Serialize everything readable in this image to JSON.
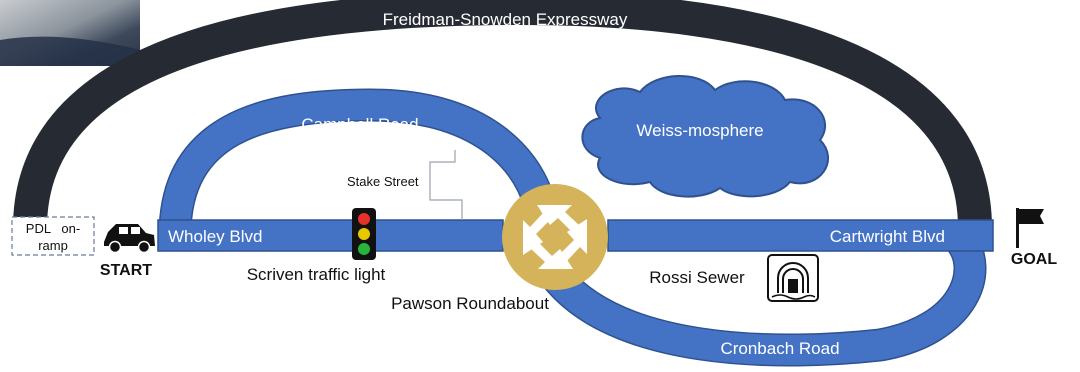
{
  "title": "",
  "roads": {
    "expressway": "Freidman-Snowden Expressway",
    "campbell": "Campbell Road",
    "stake": "Stake Street",
    "wholey": "Wholey Blvd",
    "cartwright": "Cartwright Blvd",
    "cronbach": "Cronbach Road"
  },
  "landmarks": {
    "onramp_line1": "PDL   on-",
    "onramp_line2": "ramp",
    "traffic_light": "Scriven traffic light",
    "roundabout": "Pawson Roundabout",
    "cloud": "Weiss-mosphere",
    "sewer": "Rossi Sewer"
  },
  "markers": {
    "start": "START",
    "goal": "GOAL"
  },
  "colors": {
    "road_blue": "#4472c4",
    "road_blue_edge": "#2f528f",
    "expressway": "#262a33",
    "roundabout": "#d4b35a",
    "light_red": "#e5322b",
    "light_yellow": "#e6c700",
    "light_green": "#28b33a"
  },
  "icons": [
    "car-icon",
    "traffic-light-icon",
    "roundabout-icon",
    "cloud-icon",
    "sewer-icon",
    "goal-flag-icon"
  ]
}
